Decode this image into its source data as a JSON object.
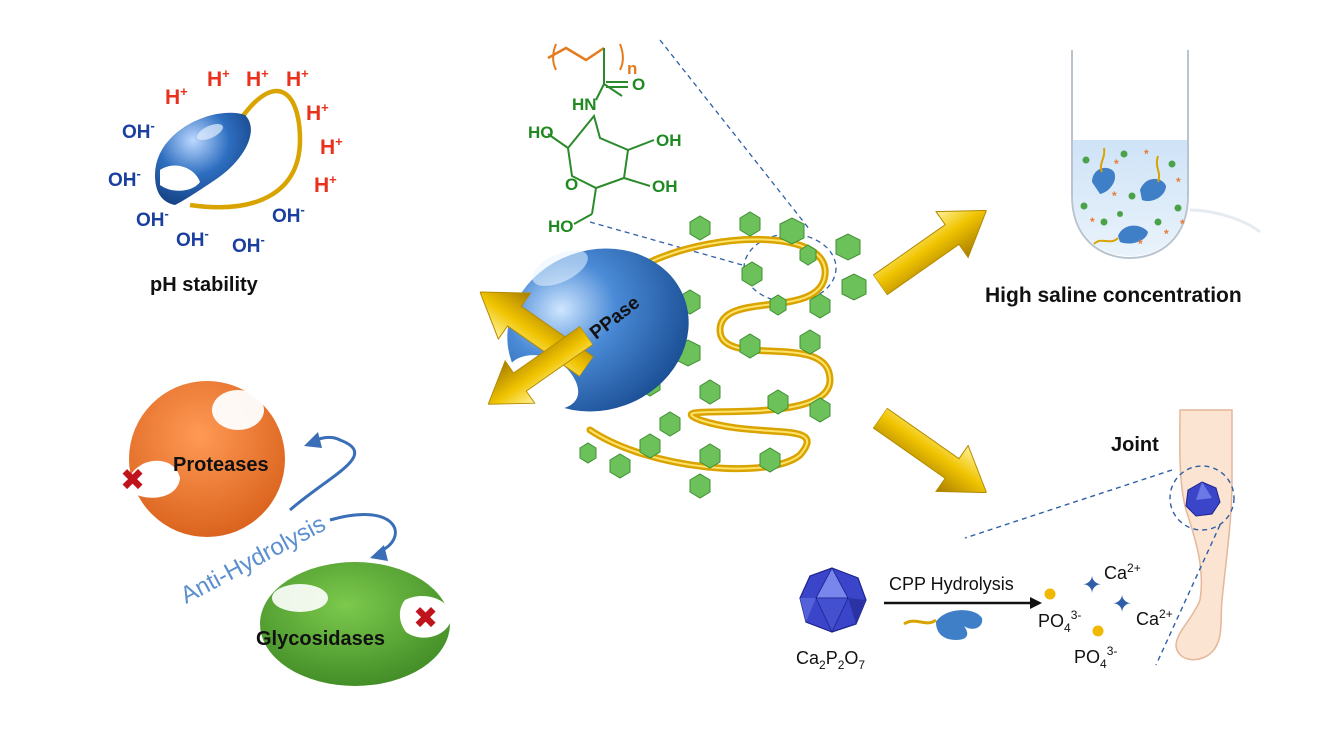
{
  "center": {
    "enzyme_label": "PPase",
    "structure": {
      "subscript_n": "n",
      "nh_label": "HN",
      "oh_labels": [
        "HO",
        "OH",
        "OH",
        "HO"
      ],
      "ring_o": "O"
    }
  },
  "ph_panel": {
    "title": "pH stability",
    "h_ion": "H",
    "h_charge": "+",
    "oh_ion": "OH",
    "oh_charge": "-"
  },
  "saline_panel": {
    "title": "High saline concentration"
  },
  "hydrolysis_panel": {
    "proteases_label": "Proteases",
    "glycosidases_label": "Glycosidases",
    "anti_label": "Anti-Hydrolysis"
  },
  "joint_panel": {
    "title": "Joint",
    "reaction_label": "CPP Hydrolysis",
    "reactant": {
      "base": "Ca",
      "sub1": "2",
      "p": "P",
      "sub2": "2",
      "o": "O",
      "sub3": "7"
    },
    "products": {
      "ca": "Ca",
      "ca_charge": "2+",
      "po": "PO",
      "po_sub": "4",
      "po_charge": "3-"
    }
  },
  "colors": {
    "arrow_gold": "#e8b600",
    "enzyme_blue": "#3f7fc8",
    "protease_orange": "#ee7a2c",
    "glycosidase_green": "#5aa83a",
    "sugar_green": "#6cc15a",
    "chain_gold": "#d9a400",
    "dashed_blue": "#2f5fa6"
  }
}
